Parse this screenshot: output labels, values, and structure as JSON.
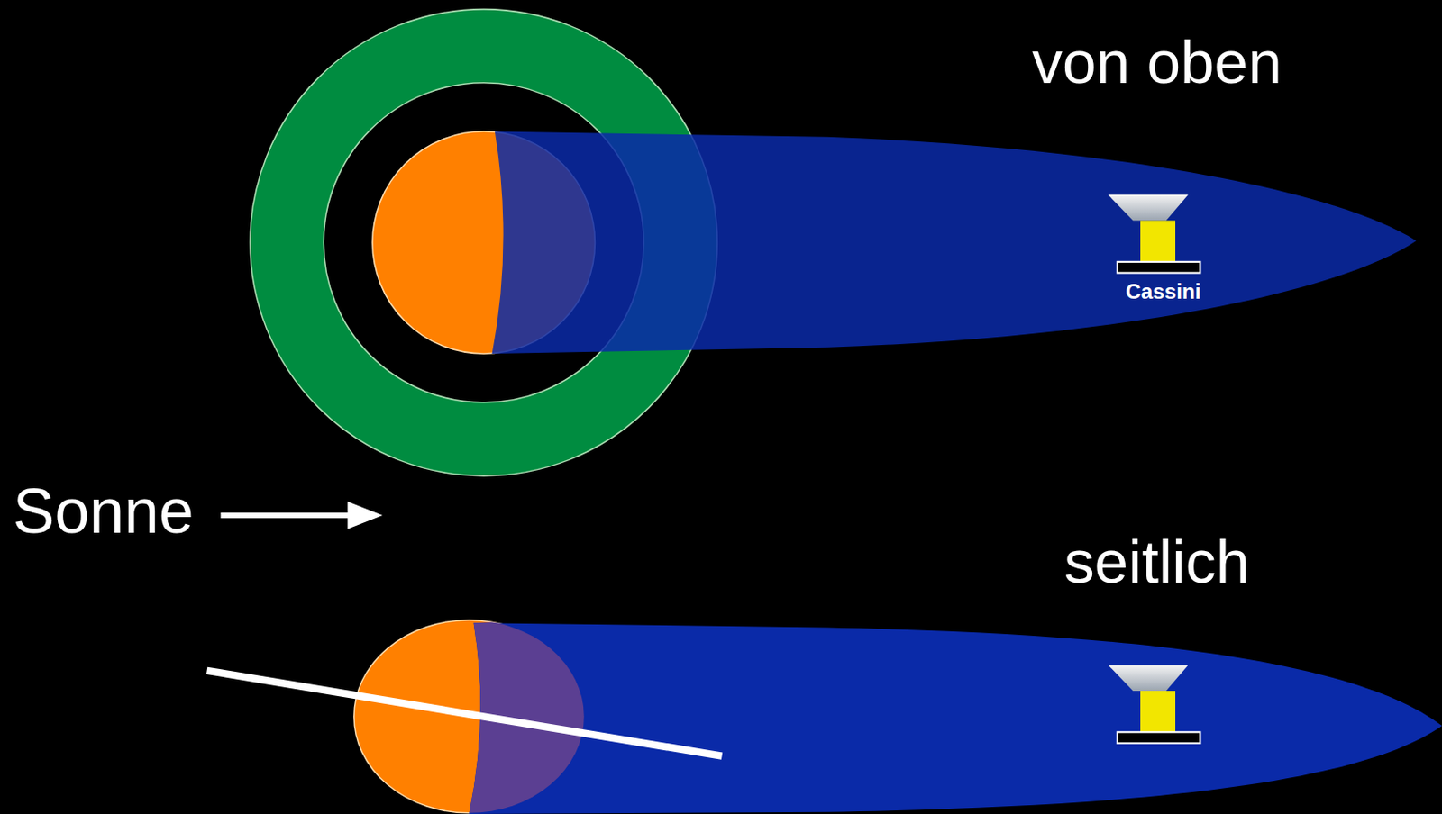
{
  "diagram": {
    "labels": [
      "von oben",
      "Cassini",
      "Sonne",
      "seitlich"
    ]
  }
}
